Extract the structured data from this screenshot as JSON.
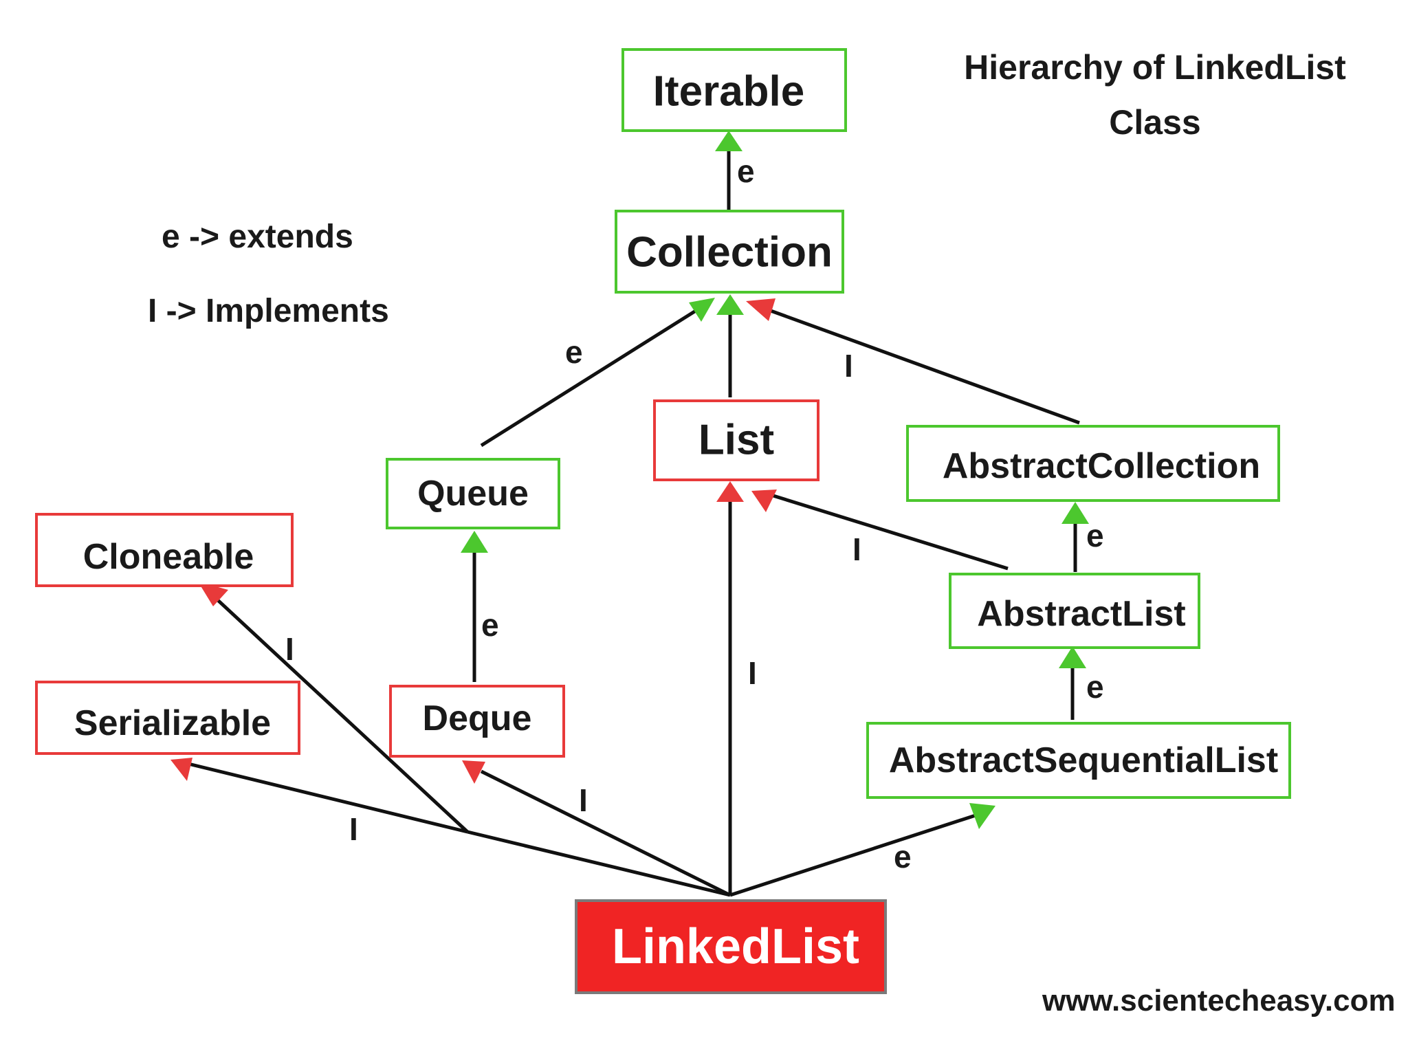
{
  "title": {
    "line1": "Hierarchy of LinkedList",
    "line2": "Class"
  },
  "legend": {
    "extends": "e -> extends",
    "implements": "I -> Implements"
  },
  "website": "www.scientecheasy.com",
  "colors": {
    "interface": "#e83a3a",
    "class": "#4cc72e",
    "root_fill": "#f02424",
    "root_text": "#ffffff",
    "line": "#111111"
  },
  "nodes": {
    "iterable": {
      "label": "Iterable",
      "kind": "class"
    },
    "collection": {
      "label": "Collection",
      "kind": "class"
    },
    "list": {
      "label": "List",
      "kind": "interface"
    },
    "queue": {
      "label": "Queue",
      "kind": "class"
    },
    "abstractcollection": {
      "label": "AbstractCollection",
      "kind": "class"
    },
    "cloneable": {
      "label": "Cloneable",
      "kind": "interface"
    },
    "serializable": {
      "label": "Serializable",
      "kind": "interface"
    },
    "deque": {
      "label": "Deque",
      "kind": "interface"
    },
    "abstractlist": {
      "label": "AbstractList",
      "kind": "class"
    },
    "abstractsequentiallist": {
      "label": "AbstractSequentialList",
      "kind": "class"
    },
    "linkedlist": {
      "label": "LinkedList",
      "kind": "root"
    }
  },
  "edges": [
    {
      "id": "collection-iterable",
      "label": "e",
      "arrow": "green"
    },
    {
      "id": "queue-collection",
      "label": "e",
      "arrow": "green"
    },
    {
      "id": "list-collection",
      "label": "",
      "arrow": "green"
    },
    {
      "id": "abstractcollection-collection",
      "label": "I",
      "arrow": "red"
    },
    {
      "id": "abstractlist-list",
      "label": "I",
      "arrow": "red"
    },
    {
      "id": "abstractlist-abstractcollection",
      "label": "e",
      "arrow": "green"
    },
    {
      "id": "abstractsequentiallist-abstractlist",
      "label": "e",
      "arrow": "green"
    },
    {
      "id": "deque-queue",
      "label": "e",
      "arrow": "green"
    },
    {
      "id": "linkedlist-cloneable",
      "label": "I",
      "arrow": "red"
    },
    {
      "id": "linkedlist-serializable",
      "label": "I",
      "arrow": "red"
    },
    {
      "id": "linkedlist-deque",
      "label": "I",
      "arrow": "red"
    },
    {
      "id": "linkedlist-list",
      "label": "I",
      "arrow": "red"
    },
    {
      "id": "linkedlist-abstractsequentiallist",
      "label": "e",
      "arrow": "green"
    }
  ]
}
